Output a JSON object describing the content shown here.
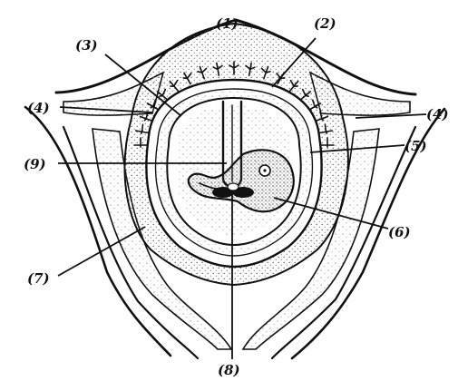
{
  "diagram": {
    "subject": "embryo-in-uterus-cross-section",
    "labels": [
      {
        "id": "label-1",
        "text": "(1)"
      },
      {
        "id": "label-2",
        "text": "(2)"
      },
      {
        "id": "label-3",
        "text": "(3)"
      },
      {
        "id": "label-4-left",
        "text": "(4)"
      },
      {
        "id": "label-4-right",
        "text": "(4)"
      },
      {
        "id": "label-5",
        "text": "(5)"
      },
      {
        "id": "label-6",
        "text": "(6)"
      },
      {
        "id": "label-7",
        "text": "(7)"
      },
      {
        "id": "label-8",
        "text": "(8)"
      },
      {
        "id": "label-9",
        "text": "(9)"
      }
    ]
  },
  "colors": {
    "ink": "#111111",
    "stipple": "#6b6b6b",
    "background": "#ffffff"
  }
}
